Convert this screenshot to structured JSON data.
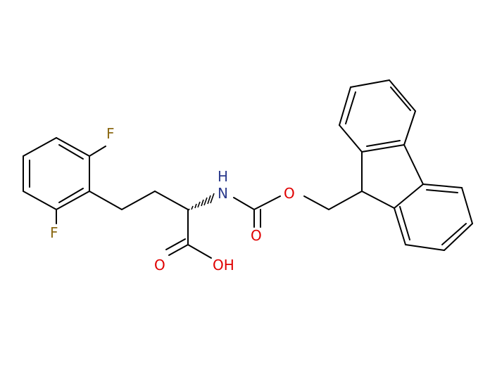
{
  "molecule": {
    "atoms": [
      {
        "id": "F1",
        "label": "F",
        "color": "#8b6914"
      },
      {
        "id": "F2",
        "label": "F",
        "color": "#8b6914"
      },
      {
        "id": "N",
        "label": "H\nN",
        "color": "#2b3a8c"
      },
      {
        "id": "O1",
        "label": "O",
        "color": "#e00000"
      },
      {
        "id": "O2",
        "label": "O",
        "color": "#e00000"
      },
      {
        "id": "O3",
        "label": "O",
        "color": "#e00000"
      },
      {
        "id": "OH",
        "label": "OH",
        "color": "#e00000"
      }
    ],
    "labels": {
      "f_top": "F",
      "f_bottom": "F",
      "nh_h": "H",
      "nh_n": "N",
      "ester_o": "O",
      "carbonyl_o": "O",
      "acid_o": "O",
      "acid_oh": "OH"
    },
    "colors": {
      "bond": "#000000",
      "fluorine": "#8b6914",
      "nitrogen": "#2b3a8c",
      "oxygen": "#e00000"
    }
  }
}
